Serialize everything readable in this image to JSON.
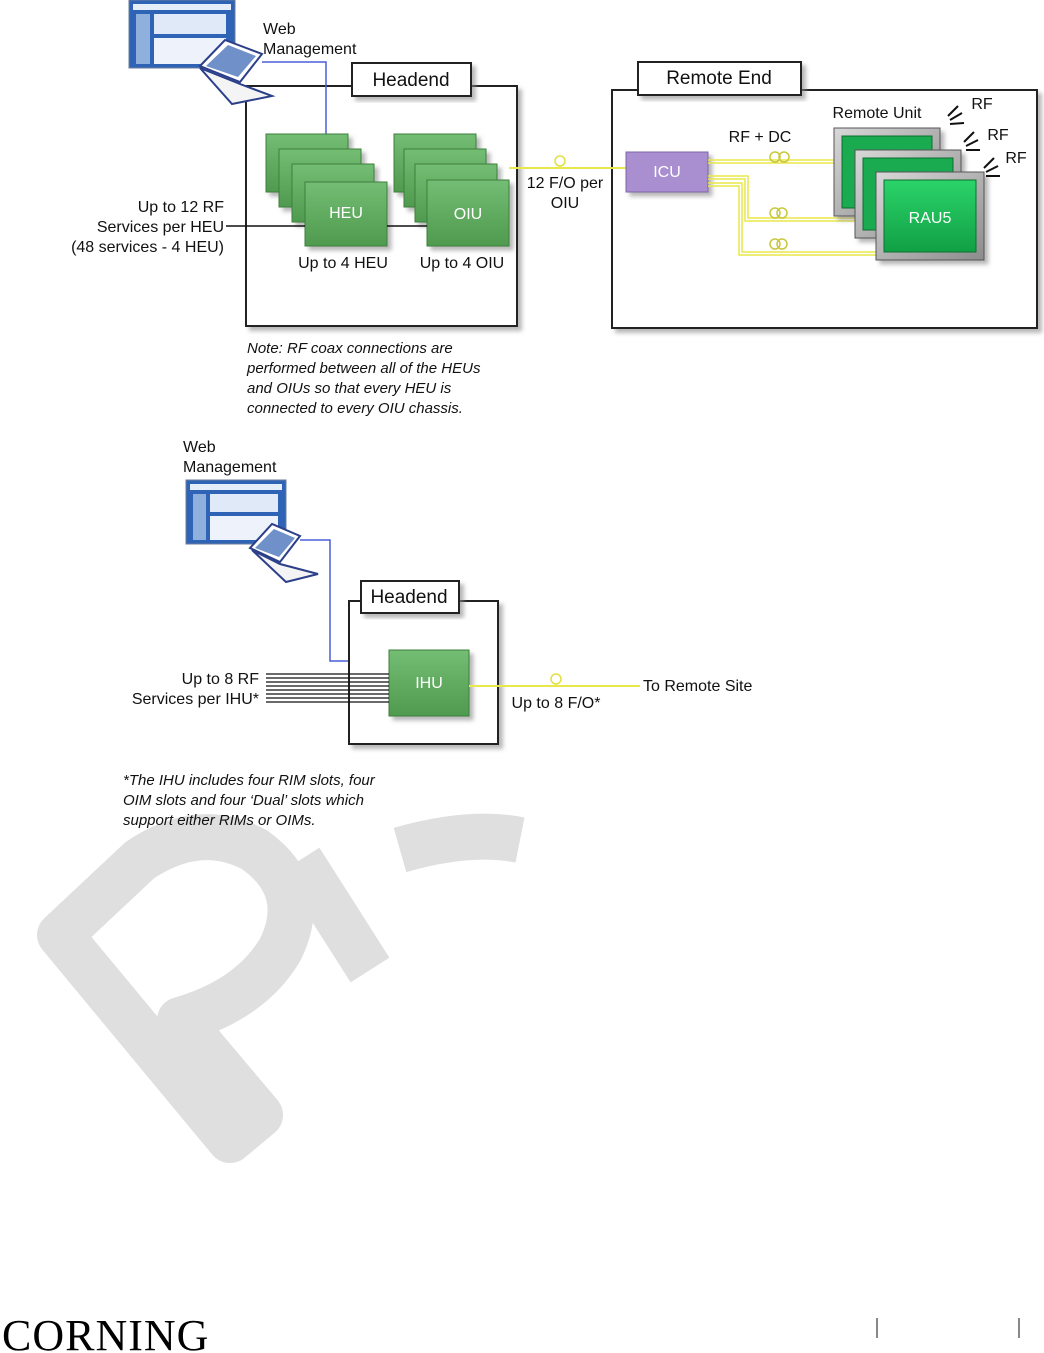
{
  "top_diagram": {
    "web_management": [
      "Web",
      "Management"
    ],
    "headend_title": "Headend",
    "remote_end_title": "Remote End",
    "rf_services": [
      "Up to 12 RF",
      "Services per HEU",
      "(48 services - 4 HEU)"
    ],
    "heu_label": "HEU",
    "oiu_label": "OIU",
    "heu_count": "Up to 4 HEU",
    "oiu_count": "Up to 4 OIU",
    "fiber_label": [
      "12 F/O per",
      "OIU"
    ],
    "icu_label": "ICU",
    "rf_dc_label": "RF + DC",
    "remote_unit_label": "Remote Unit",
    "rau_label": "RAU5",
    "rf_labels": [
      "RF",
      "RF",
      "RF"
    ],
    "note": [
      "Note: RF coax connections are",
      "performed between all of the HEUs",
      "and OIUs so that every HEU is",
      "connected to every OIU chassis."
    ]
  },
  "bottom_diagram": {
    "web_management": [
      "Web",
      "Management"
    ],
    "headend_title": "Headend",
    "rf_services": [
      "Up to 8 RF",
      "Services per IHU*"
    ],
    "ihu_label": "IHU",
    "fiber_label": "Up to 8 F/O*",
    "remote_site_label": "To Remote Site",
    "note": [
      "*The IHU includes four RIM slots, four",
      "OIM slots and four ‘Dual’ slots which",
      "support either RIMs or OIMs."
    ]
  },
  "watermark": "PR",
  "footer": {
    "brand": "CORNING"
  },
  "colors": {
    "green": "#5fa95f",
    "green_dark": "#3e7f3e",
    "icu": "#a98fcf",
    "fiber": "#e8e84a",
    "web_link": "#4a5fd6",
    "rau_green": "#1db954"
  }
}
